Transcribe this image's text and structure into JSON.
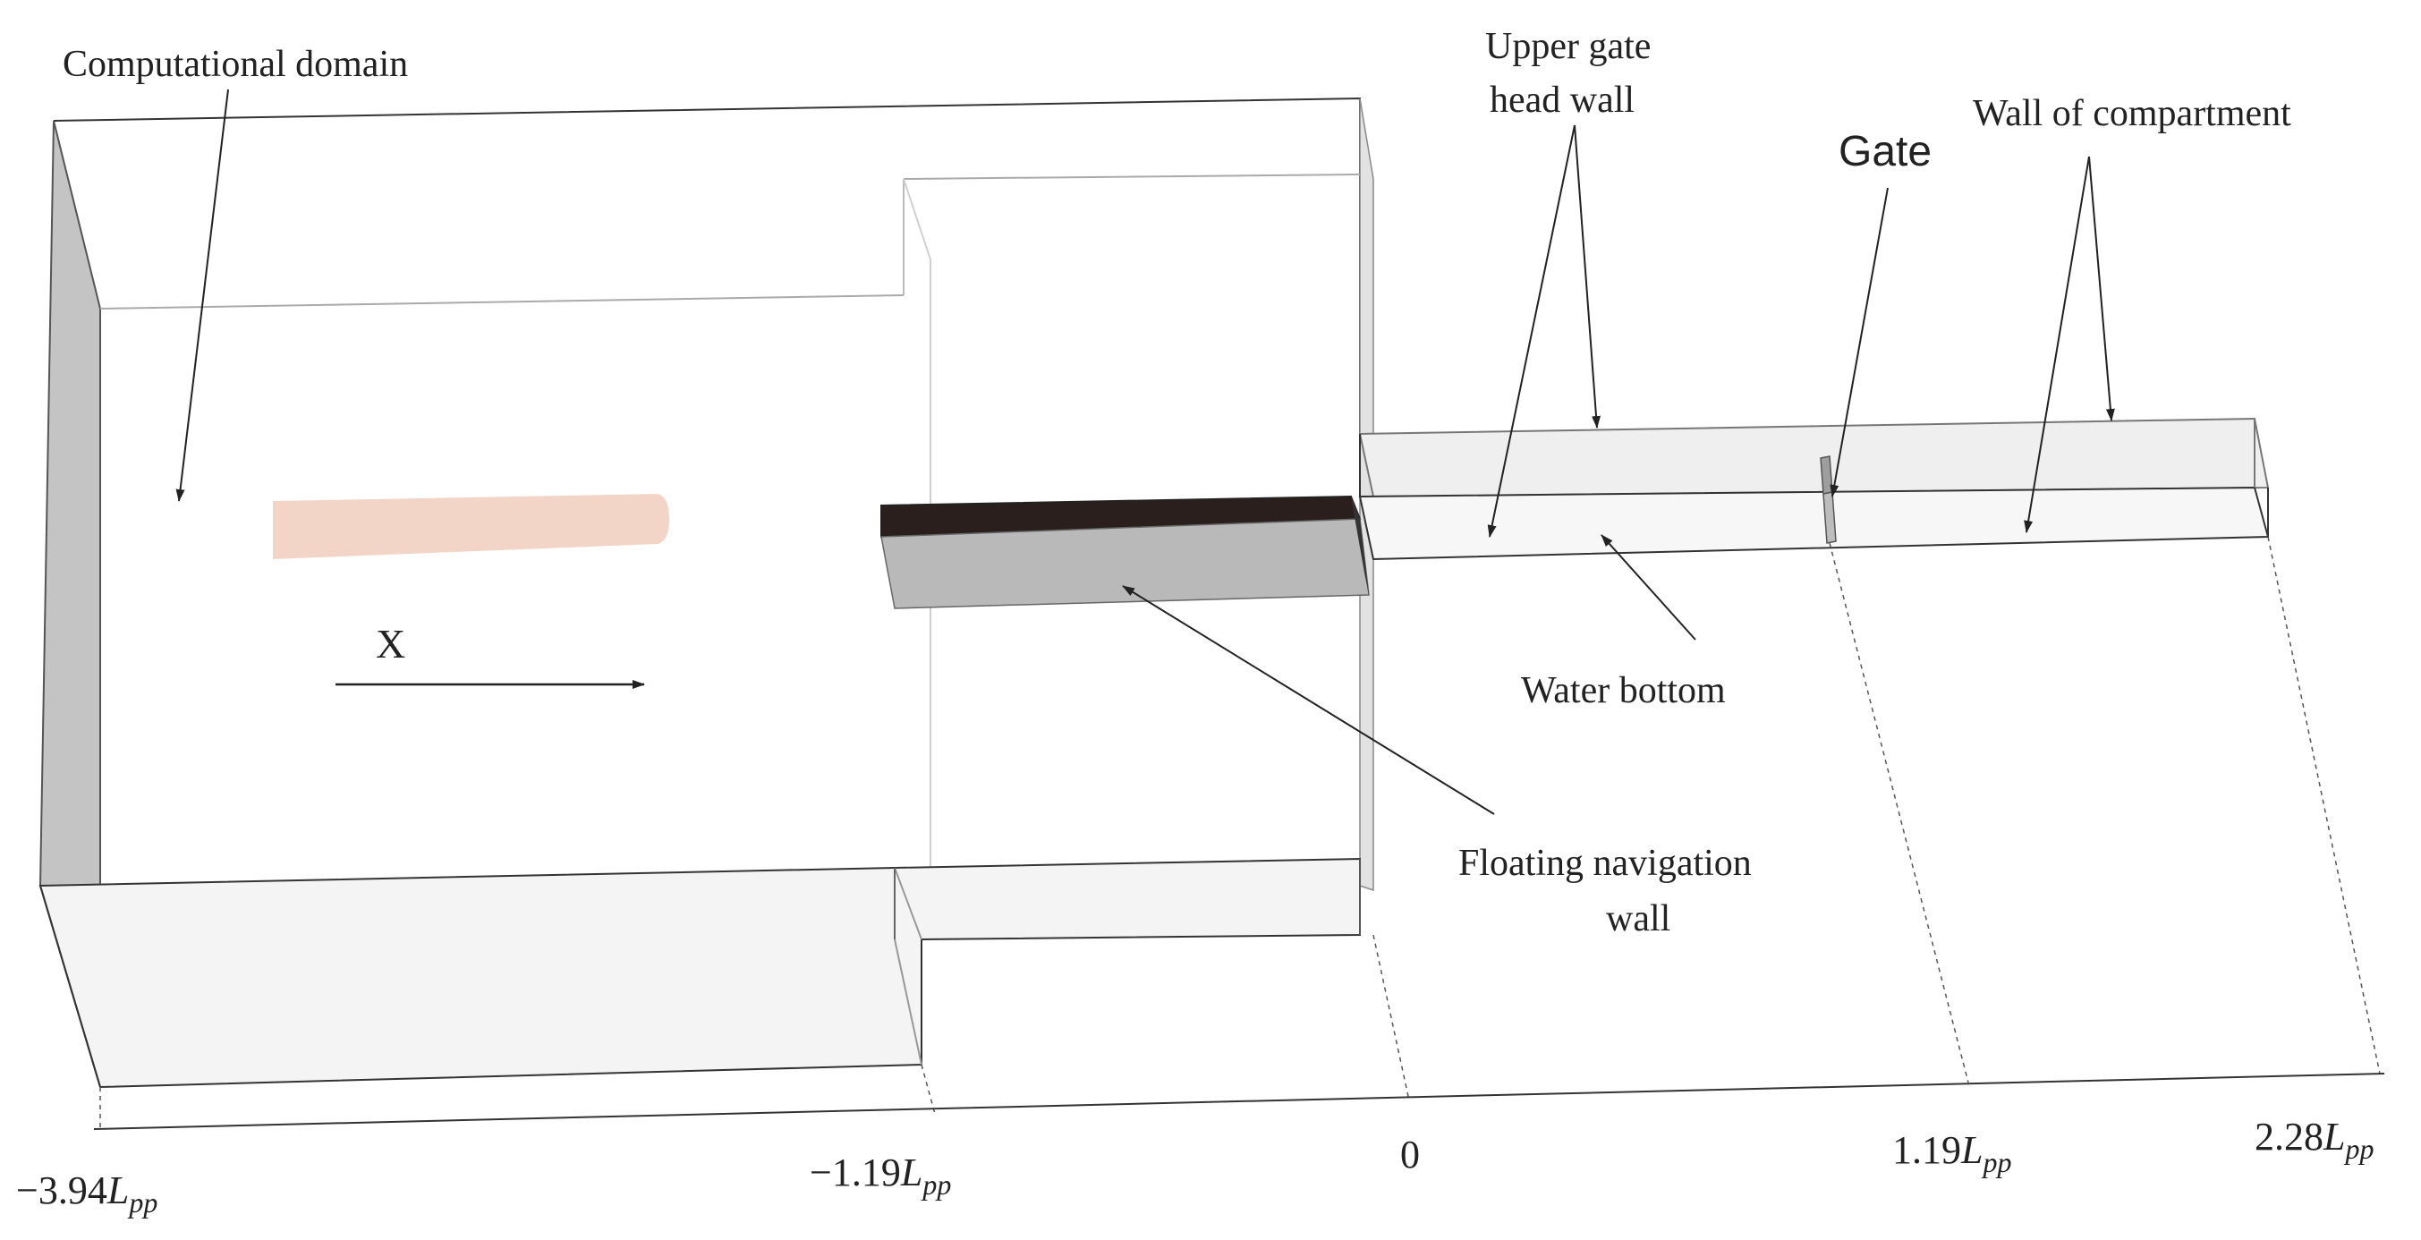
{
  "labels": {
    "computational_domain": "Computational domain",
    "upper_gate_head_wall_line1": "Upper gate",
    "upper_gate_head_wall_line2": "head wall",
    "gate": "Gate",
    "wall_of_compartment": "Wall of compartment",
    "x_axis": "X",
    "water_bottom": "Water bottom",
    "floating_nav_wall_line1": "Floating navigation",
    "floating_nav_wall_line2": "wall"
  },
  "axis_ticks": [
    {
      "coef": "−3.94",
      "sym": "L",
      "sub": "pp"
    },
    {
      "coef": "−1.19",
      "sym": "L",
      "sub": "pp"
    },
    {
      "coef": "0",
      "sym": "",
      "sub": ""
    },
    {
      "coef": "1.19",
      "sym": "L",
      "sub": "pp"
    },
    {
      "coef": "2.28",
      "sym": "L",
      "sub": "pp"
    }
  ],
  "colors": {
    "outline": "#333333",
    "wall_fill": "#bdbdbd",
    "ship": "#f3d5c8",
    "nav_wall_top": "#2a1f1c",
    "nav_wall_side": "#b9b9b9"
  }
}
